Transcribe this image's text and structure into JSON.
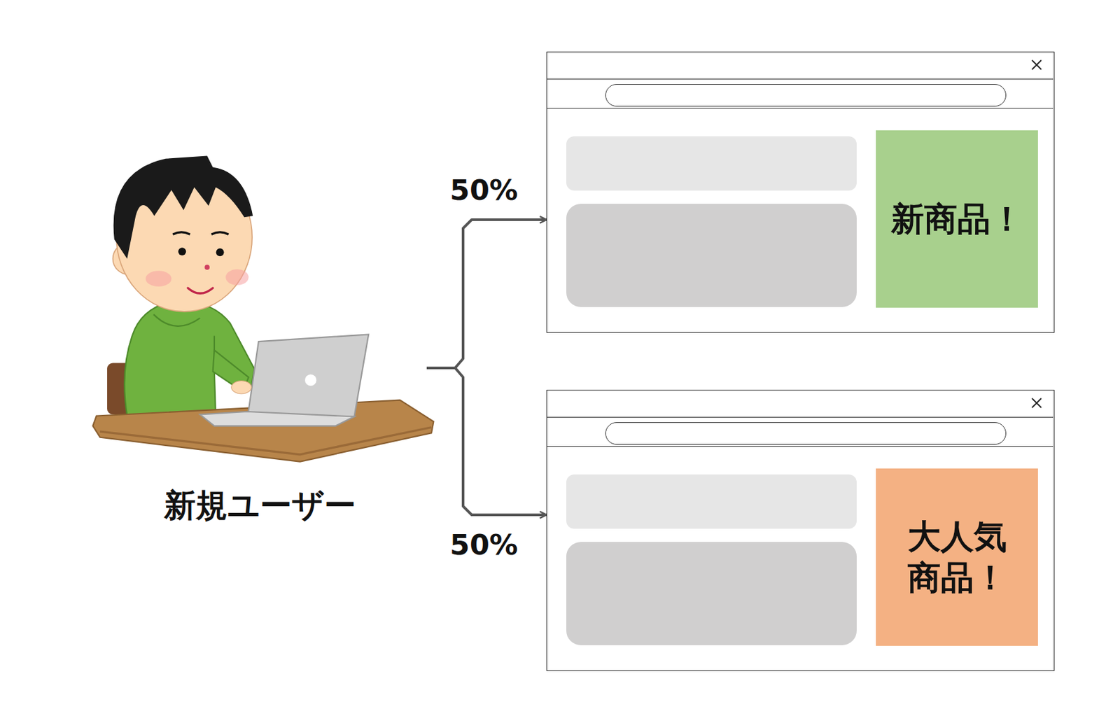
{
  "diagram": {
    "nodes": [
      {
        "text": [
          "新規ユーザー"
        ]
      },
      {
        "text": [
          "新商品！"
        ]
      },
      {
        "text": [
          "大人気 商品！"
        ]
      }
    ],
    "edges": [
      {
        "from": 0,
        "to": 1,
        "arrow": "to",
        "label": "50%"
      },
      {
        "from": 0,
        "to": 2,
        "arrow": "to",
        "label": "50%"
      }
    ]
  }
}
